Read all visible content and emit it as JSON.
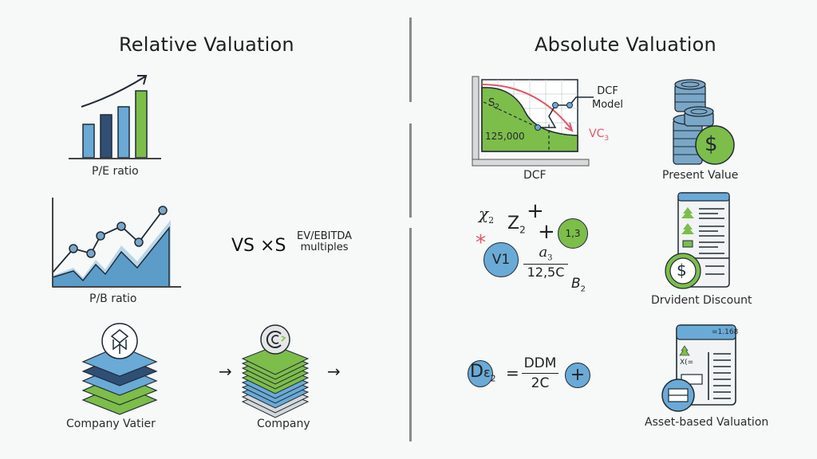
{
  "left_panel": {
    "title": "Relative Valuation",
    "pe": {
      "label": "P/E ratio",
      "bars": [
        {
          "height": 40,
          "color": "#6aaad6"
        },
        {
          "height": 55,
          "color": "#2f4f74"
        },
        {
          "height": 66,
          "color": "#6aaad6"
        },
        {
          "height": 86,
          "color": "#7dbd4a"
        }
      ]
    },
    "pb": {
      "label": "P/B ratio"
    },
    "ev": {
      "main_text": "VS ×S",
      "sup_line1": "EV/EBITDA",
      "sup_line2": "multiples"
    },
    "company_vatier": {
      "label": "Company Vatier"
    },
    "company": {
      "label": "Company"
    },
    "arrow_glyph": "→"
  },
  "right_panel": {
    "title": "Absolute Valuation",
    "dcf": {
      "label": "DCF",
      "value_text": "125,000",
      "s_label": "S",
      "s_sub": "2",
      "callout_line1": "DCF",
      "callout_line2": "Model",
      "vc_label": "VC",
      "vc_sub": "3"
    },
    "present_value": {
      "label": "Present Value",
      "symbol": "$"
    },
    "formula": {
      "x": "χ",
      "x_sub": "2",
      "z": "Z",
      "z_sub": "2",
      "plus": "+",
      "circle_green": "1,3",
      "circle_blue": "V1",
      "star": "*",
      "numerator": "a",
      "numerator_sub": "3",
      "denominator": "12,5C",
      "b": "B",
      "b_sub": "2"
    },
    "dividend_discount": {
      "label": "Drvident Discount",
      "symbol": "$"
    },
    "ddm": {
      "d": "D",
      "eps": "ε",
      "eps_sub": "2",
      "equals": "=",
      "numerator": "DDM",
      "denominator": "2C",
      "plus": "+"
    },
    "asset_based": {
      "label": "Asset-based Valuation",
      "header_text": "=1.168",
      "row_text": "X(="
    }
  },
  "colors": {
    "blue_light": "#6aaad6",
    "blue_dark": "#2f4f74",
    "green": "#7dbd4a",
    "red": "#e0576a",
    "outline": "#1f2a33",
    "divider": "#8a8a8a"
  }
}
